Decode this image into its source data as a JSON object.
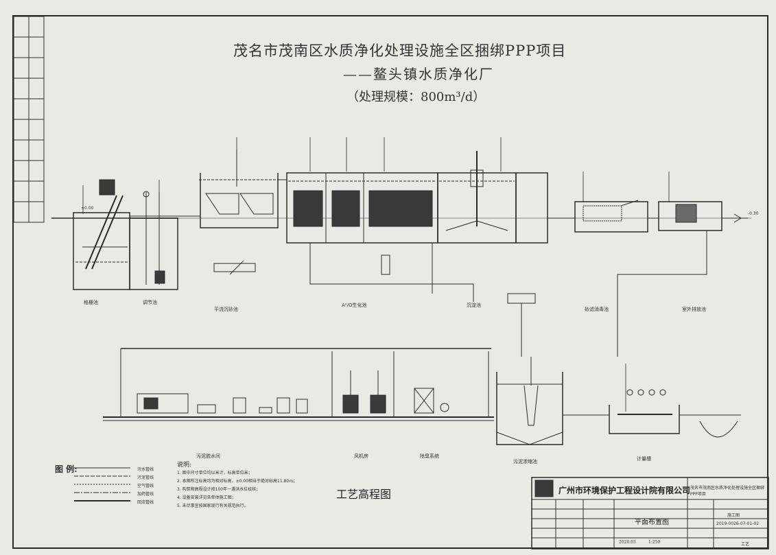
{
  "drawing": {
    "title": "茂名市茂南区水质净化处理设施全区捆绑PPP项目",
    "subtitle": "——鳌头镇水质净化厂",
    "scale_note": "（处理规模：800m³/d）",
    "flow_chart_title": "工艺高程图"
  },
  "stages": [
    {
      "id": "grille",
      "label": "格栅池"
    },
    {
      "id": "regulating",
      "label": "调节池"
    },
    {
      "id": "sedimentation",
      "label": "平流沉砂池"
    },
    {
      "id": "ao",
      "label": "A²/O生化池"
    },
    {
      "id": "clarifier",
      "label": "沉淀池"
    },
    {
      "id": "filter",
      "label": "砂滤消毒池"
    },
    {
      "id": "outfall",
      "label": "室外排放池"
    },
    {
      "id": "sludge_house",
      "label": "污泥脱水间"
    },
    {
      "id": "blower",
      "label": "风机房"
    },
    {
      "id": "dosing",
      "label": "除臭系统"
    },
    {
      "id": "thickener",
      "label": "污泥浓缩池"
    },
    {
      "id": "metering",
      "label": "计量槽"
    }
  ],
  "legend": {
    "heading": "图 例:",
    "items": [
      {
        "label": "污水管线",
        "color": "#222222"
      },
      {
        "label": "污泥管线",
        "color": "#222222"
      },
      {
        "label": "空气管线",
        "color": "#222222"
      },
      {
        "label": "加药管线",
        "color": "#222222"
      },
      {
        "label": "回流管线",
        "color": "#222222"
      }
    ]
  },
  "notes": {
    "heading": "说明:",
    "items": [
      "1. 图中尺寸单位均以米计，标高单位米；",
      "2. 本图所注标高均为相对标高，±0.00相当于绝对标高11.80m；",
      "3. 构筑物高程设计按100年一遇洪水位校核；",
      "4. 设备安装详见各单体施工图；",
      "5. 未尽事宜按国家现行有关规范执行。"
    ]
  },
  "title_block": {
    "company": "广州市环境保护工程设计院有限公司",
    "project": "茂名市茂南区水质净化处理设施全区捆绑PPP项目",
    "drawing_name": "平面布置图",
    "stage": "施工图",
    "drawing_no": "2019-0026-07-01-02",
    "date": "2020.03",
    "scale": "1:250",
    "discipline": "工艺"
  },
  "elevations": {
    "inlet": "±0.00",
    "outlet": "-0.30"
  },
  "colors": {
    "line": "#2a2a2a",
    "paper": "#ebe9e4",
    "fill_dark": "#3a3a3a"
  }
}
